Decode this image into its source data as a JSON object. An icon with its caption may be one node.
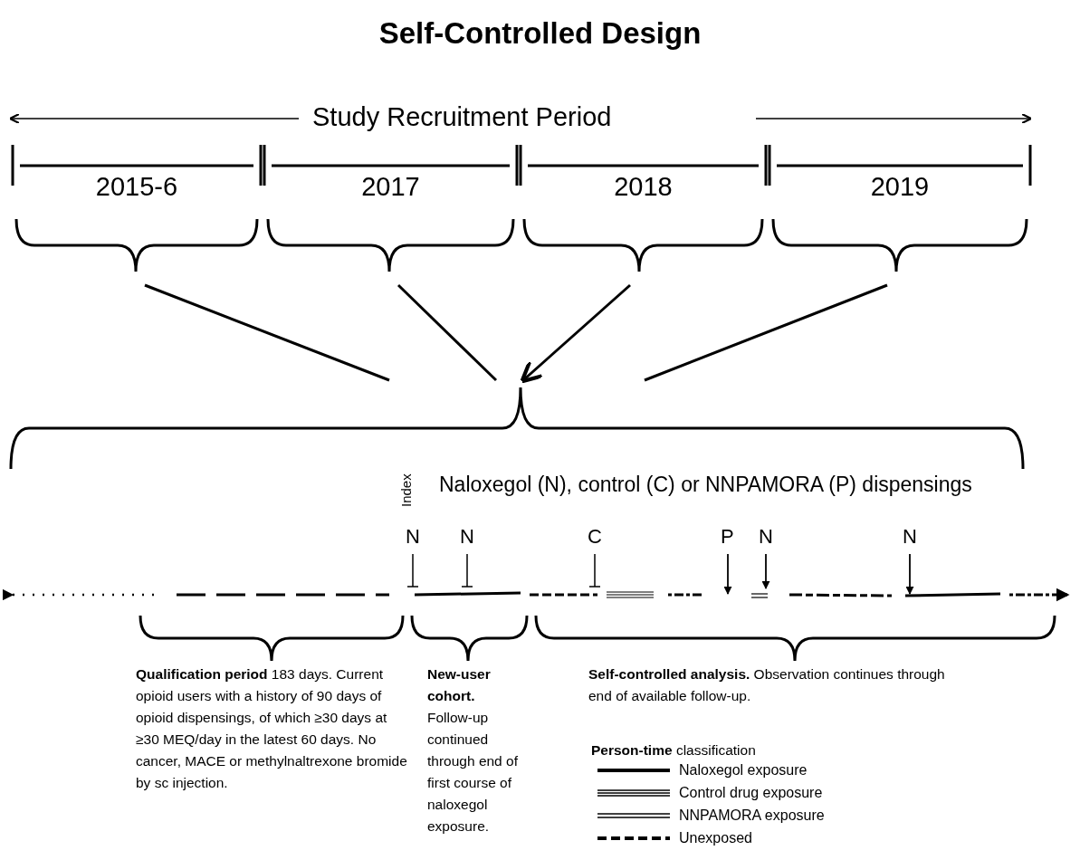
{
  "diagram": {
    "title": "Self-Controlled Design",
    "nodes": [
      {
        "text": [
          "2015-6"
        ]
      },
      {
        "text": [
          "2017"
        ]
      },
      {
        "text": [
          "2018"
        ]
      },
      {
        "text": [
          "2019"
        ]
      },
      {
        "text": [],
        "shape": "brace"
      }
    ],
    "edges": [
      {
        "from": 0,
        "to": 4,
        "arrow": "none"
      },
      {
        "from": 1,
        "to": 4,
        "arrow": "none"
      },
      {
        "from": 2,
        "to": 4,
        "arrow": "to"
      },
      {
        "from": 3,
        "to": 4,
        "arrow": "none"
      }
    ],
    "labels": [
      "Study Recruitment Period",
      "Index",
      "Naloxegol (N), control (C) or NNPAMORA (P) dispensings",
      "N",
      "N",
      "C",
      "P",
      "N",
      "N",
      "**Qualification period**  183 days. Current opioid users with a history of 90 days of opioid dispensings, of which ≥30 days at ≥30 MEQ/day in the latest 60 days. No cancer, MACE or methylnaltrexone bromide by sc injection.",
      "**New-user cohort.** Follow-up continued through end of first course of naloxegol exposure.",
      "**Self-controlled analysis.** Observation continues through end of available follow-up.",
      "**Person-time** classification"
    ],
    "legend": [
      {
        "text": "Naloxegol exposure"
      },
      {
        "text": "Control drug exposure"
      },
      {
        "text": "NNPAMORA exposure"
      },
      {
        "text": "Unexposed"
      }
    ]
  }
}
